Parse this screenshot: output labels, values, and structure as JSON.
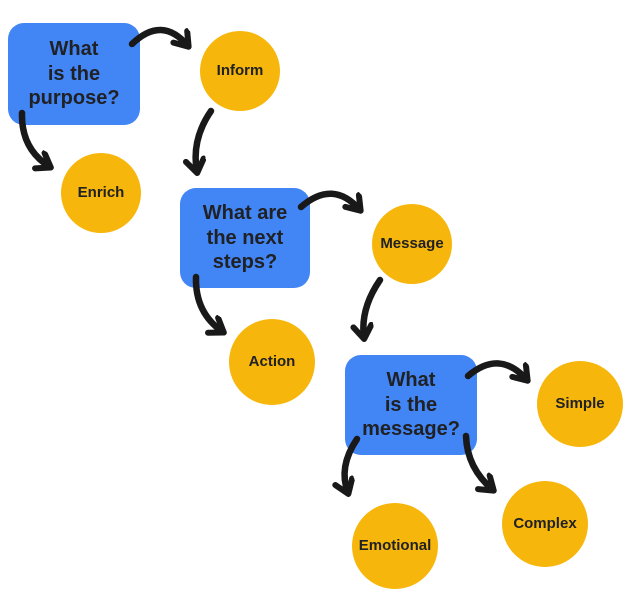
{
  "diagram": {
    "type": "flowchart",
    "colors": {
      "box_fill": "#4285F4",
      "circle_fill": "#F6B60B",
      "text": "#202124",
      "arrow": "#191919",
      "background": "#FFFFFF"
    },
    "nodes": {
      "purpose": {
        "kind": "question-box",
        "label": "What\nis the\npurpose?"
      },
      "inform": {
        "kind": "option-circle",
        "label": "Inform"
      },
      "enrich": {
        "kind": "option-circle",
        "label": "Enrich"
      },
      "nextsteps": {
        "kind": "question-box",
        "label": "What are\nthe next\nsteps?"
      },
      "message": {
        "kind": "option-circle",
        "label": "Message"
      },
      "action": {
        "kind": "option-circle",
        "label": "Action"
      },
      "messageq": {
        "kind": "question-box",
        "label": "What\nis the\nmessage?"
      },
      "simple": {
        "kind": "option-circle",
        "label": "Simple"
      },
      "complex": {
        "kind": "option-circle",
        "label": "Complex"
      },
      "emotional": {
        "kind": "option-circle",
        "label": "Emotional"
      }
    },
    "edges": [
      {
        "from": "purpose",
        "to": "inform"
      },
      {
        "from": "purpose",
        "to": "enrich"
      },
      {
        "from": "inform",
        "to": "nextsteps"
      },
      {
        "from": "nextsteps",
        "to": "message"
      },
      {
        "from": "nextsteps",
        "to": "action"
      },
      {
        "from": "message",
        "to": "messageq"
      },
      {
        "from": "messageq",
        "to": "simple"
      },
      {
        "from": "messageq",
        "to": "complex"
      },
      {
        "from": "messageq",
        "to": "emotional"
      }
    ]
  }
}
